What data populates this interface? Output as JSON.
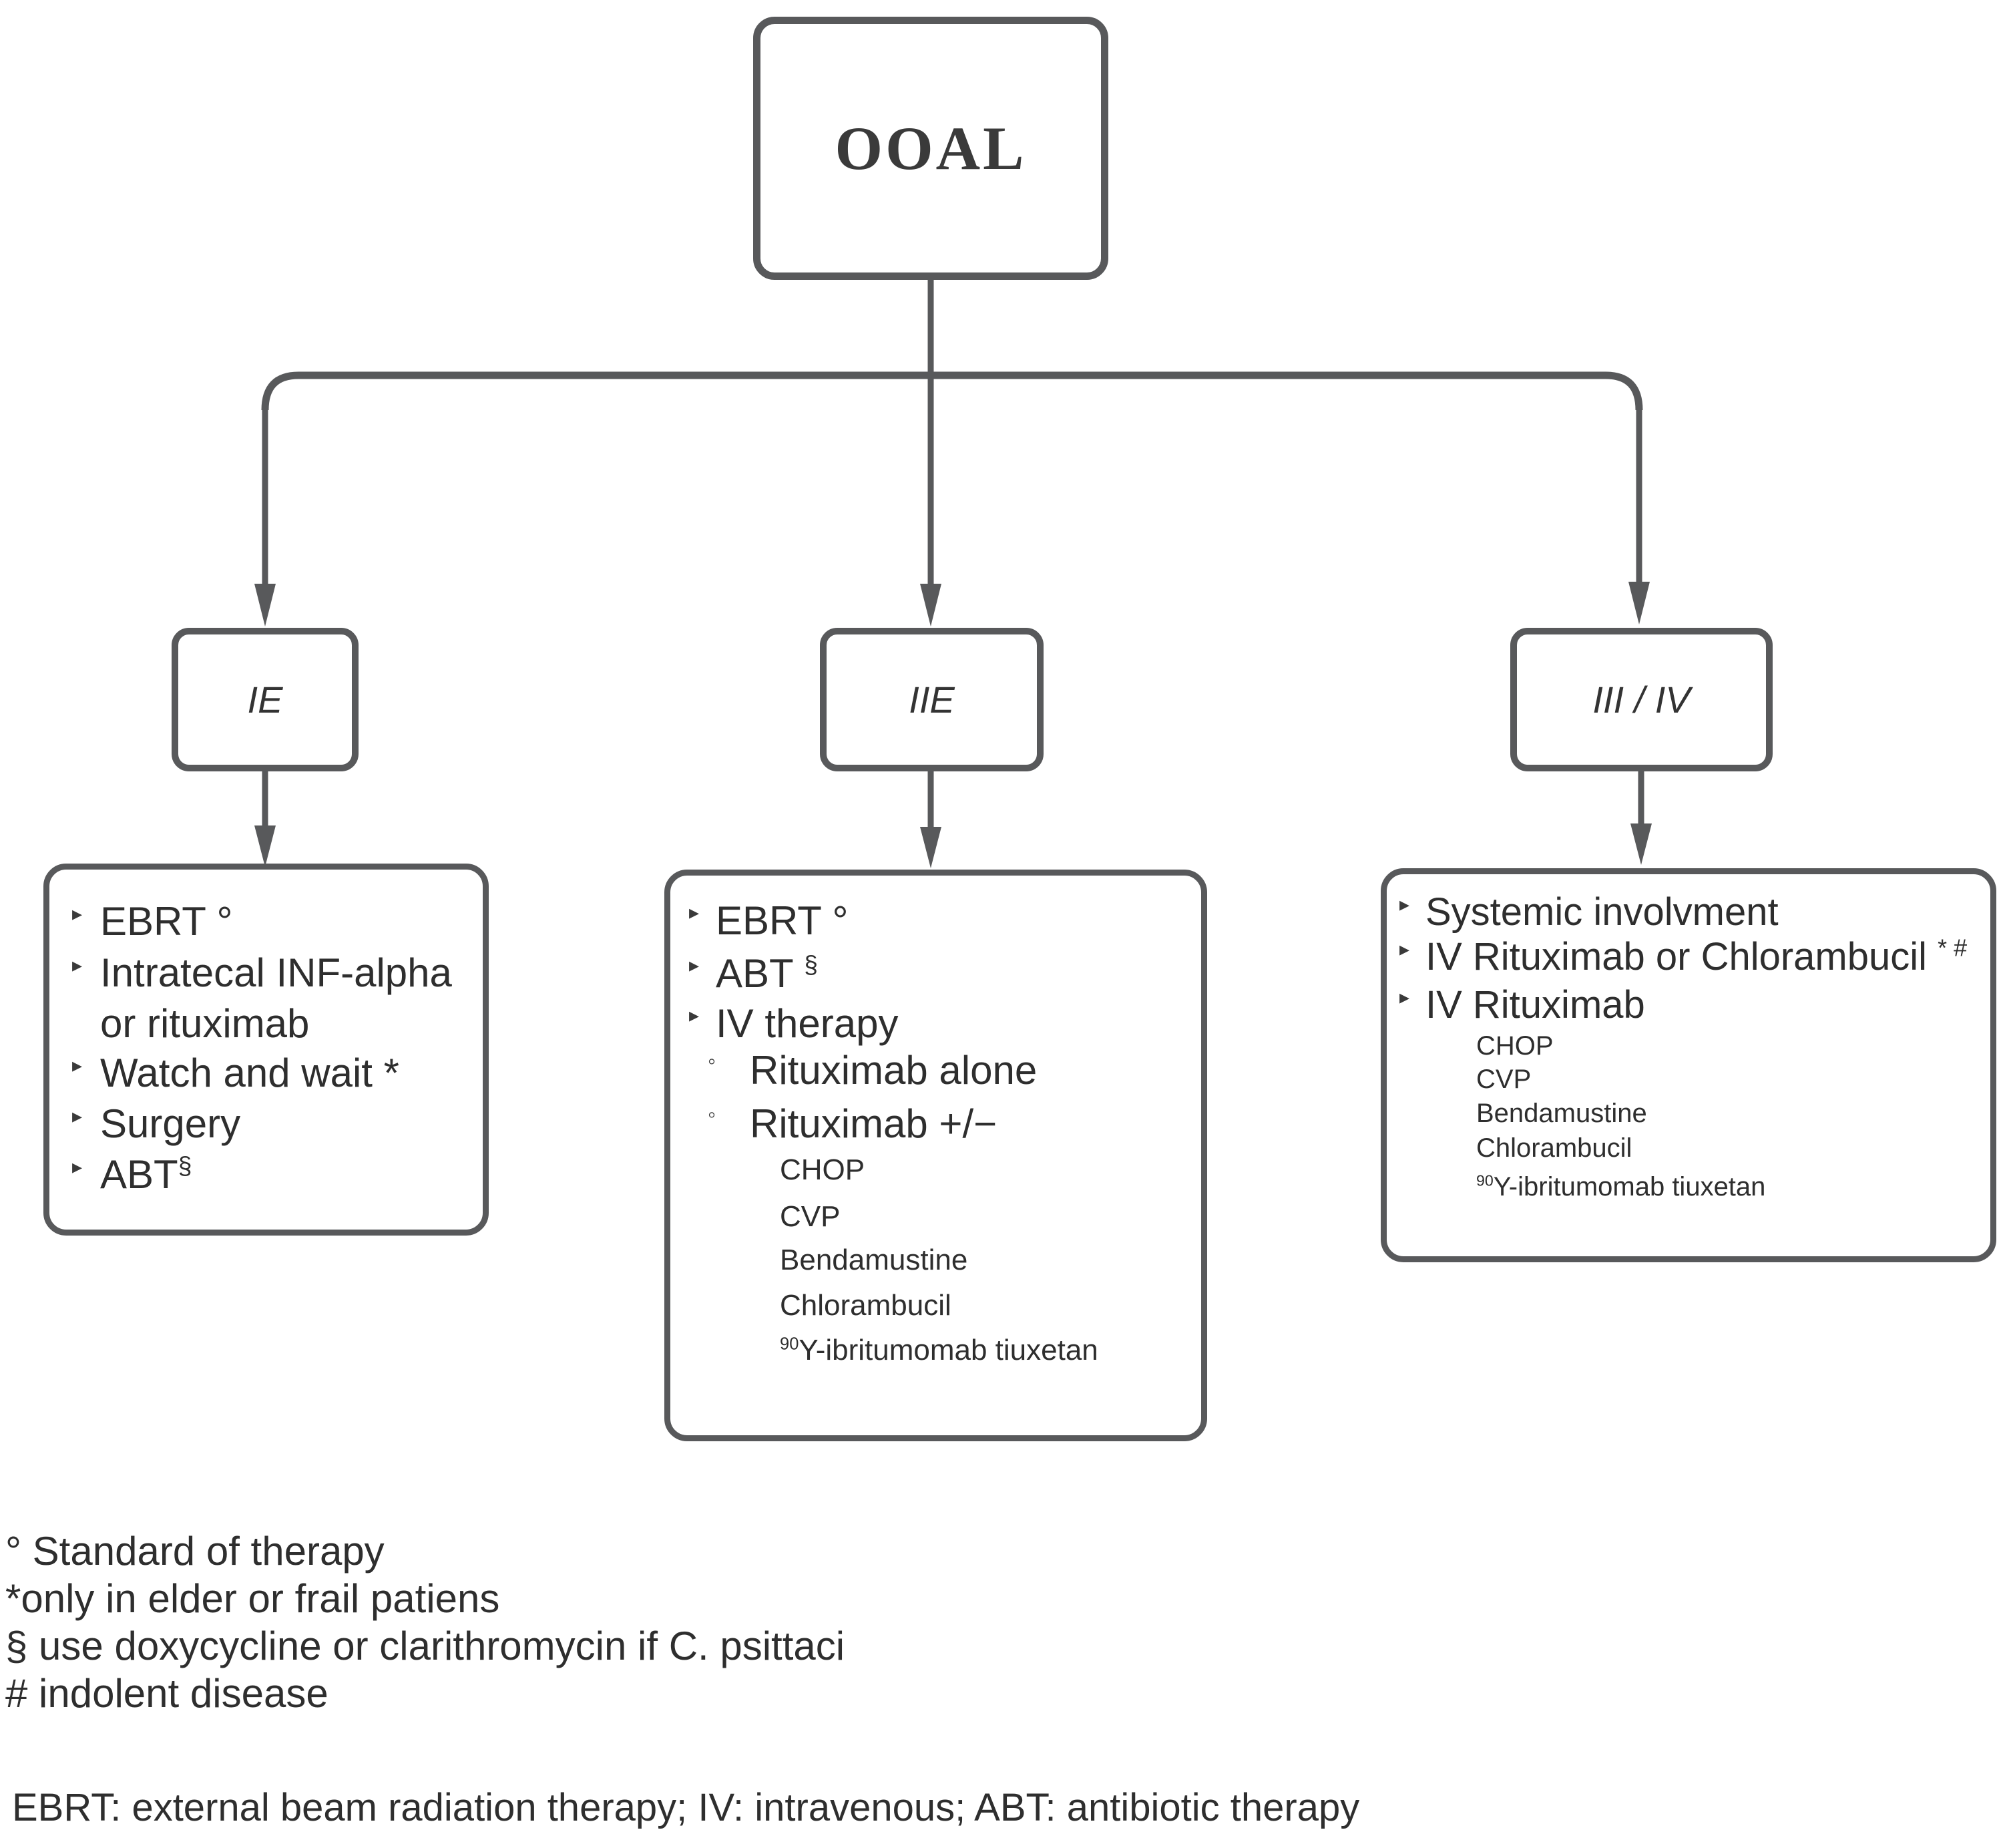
{
  "colors": {
    "line": "#58595b",
    "text": "#2e2e2e",
    "background": "#ffffff"
  },
  "icons": {
    "triangle_bullet": "▸",
    "circle_bullet": "◦"
  },
  "root": {
    "label": "OOAL"
  },
  "stages": [
    {
      "label": "IE"
    },
    {
      "label": "IIE"
    },
    {
      "label": "III / IV"
    }
  ],
  "boxes": {
    "ie": {
      "items": [
        {
          "text": "EBRT °"
        },
        {
          "text": "Intratecal INF-alpha or rituximab"
        },
        {
          "text": "Watch and wait *"
        },
        {
          "text": "Surgery"
        },
        {
          "text": "ABT",
          "sup": "§"
        }
      ]
    },
    "iie": {
      "items": [
        {
          "text": "EBRT °"
        },
        {
          "text": "ABT ",
          "sup": "§"
        },
        {
          "text": "IV therapy"
        }
      ],
      "iv_options": [
        {
          "text": "Rituximab alone"
        },
        {
          "text": "Rituximab +/−"
        }
      ],
      "drugs": [
        "CHOP",
        "CVP",
        "Bendamustine",
        "Chlorambucil"
      ],
      "radio_drug": {
        "presup": "90",
        "text": "Y-ibritumomab tiuxetan"
      }
    },
    "iii_iv": {
      "items": [
        {
          "text": "Systemic involvment"
        },
        {
          "text": "IV Rituximab or Chlorambucil ",
          "sup": "* #"
        },
        {
          "text": "IV Rituximab"
        }
      ],
      "drugs": [
        "CHOP",
        "CVP",
        "Bendamustine",
        "Chlorambucil"
      ],
      "radio_drug": {
        "presup": "90",
        "text": "Y-ibritumomab tiuxetan"
      }
    }
  },
  "footnotes": [
    "° Standard of therapy",
    "*only in elder or frail patiens",
    "§ use doxycycline or clarithromycin if C. psittaci",
    "# indolent disease"
  ],
  "abbreviations": "EBRT: external beam radiation therapy; IV: intravenous; ABT: antibiotic therapy"
}
